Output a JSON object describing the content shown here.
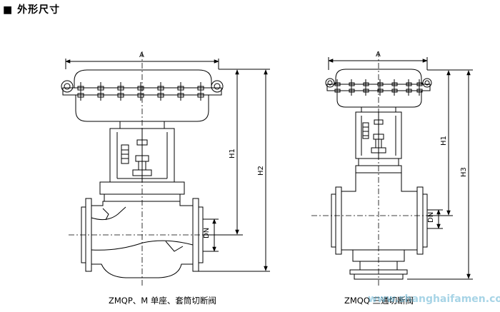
{
  "header": {
    "title": "外形尺寸",
    "bullet": "■"
  },
  "dimensions": {
    "left": {
      "width": "A",
      "h1": "H1",
      "h2": "H2",
      "dn": "DN"
    },
    "right": {
      "width": "A",
      "h1": "H1",
      "h3": "H3",
      "dn": "DN"
    }
  },
  "captions": {
    "left": "ZMQP、M 单座、套筒切断阀",
    "right": "ZMQQ 三通切断阀"
  },
  "watermark": "www.shanghaifamen.com",
  "colors": {
    "line": "#000000",
    "background": "#ffffff",
    "watermark": "#3ca0c8"
  }
}
